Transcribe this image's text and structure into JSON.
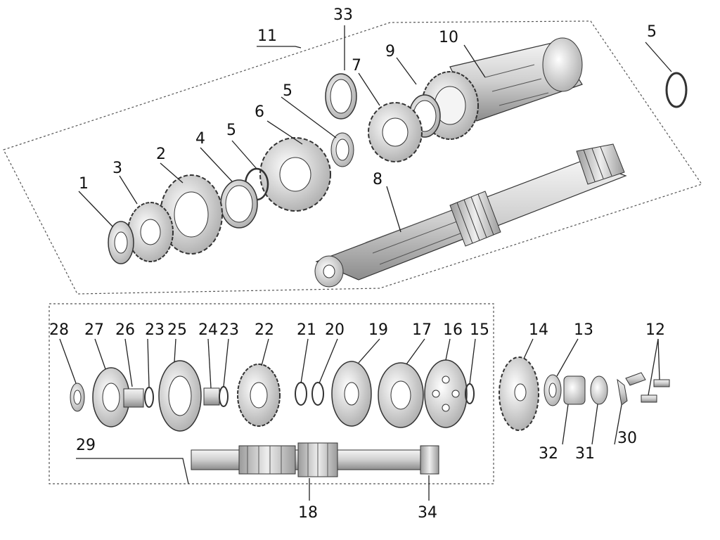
{
  "labels": {
    "l1": "1",
    "l2": "2",
    "l3": "3",
    "l4": "4",
    "l5a": "5",
    "l5b": "5",
    "l5c": "5",
    "l6": "6",
    "l7": "7",
    "l8": "8",
    "l9": "9",
    "l10": "10",
    "l11": "11",
    "l12": "12",
    "l13": "13",
    "l14": "14",
    "l15": "15",
    "l16": "16",
    "l17": "17",
    "l18": "18",
    "l19": "19",
    "l20": "20",
    "l21": "21",
    "l22": "22",
    "l23a": "23",
    "l23b": "23",
    "l24": "24",
    "l25": "25",
    "l26": "26",
    "l27": "27",
    "l28": "28",
    "l29": "29",
    "l30": "30",
    "l31": "31",
    "l32": "32",
    "l33": "33",
    "l34": "34"
  }
}
